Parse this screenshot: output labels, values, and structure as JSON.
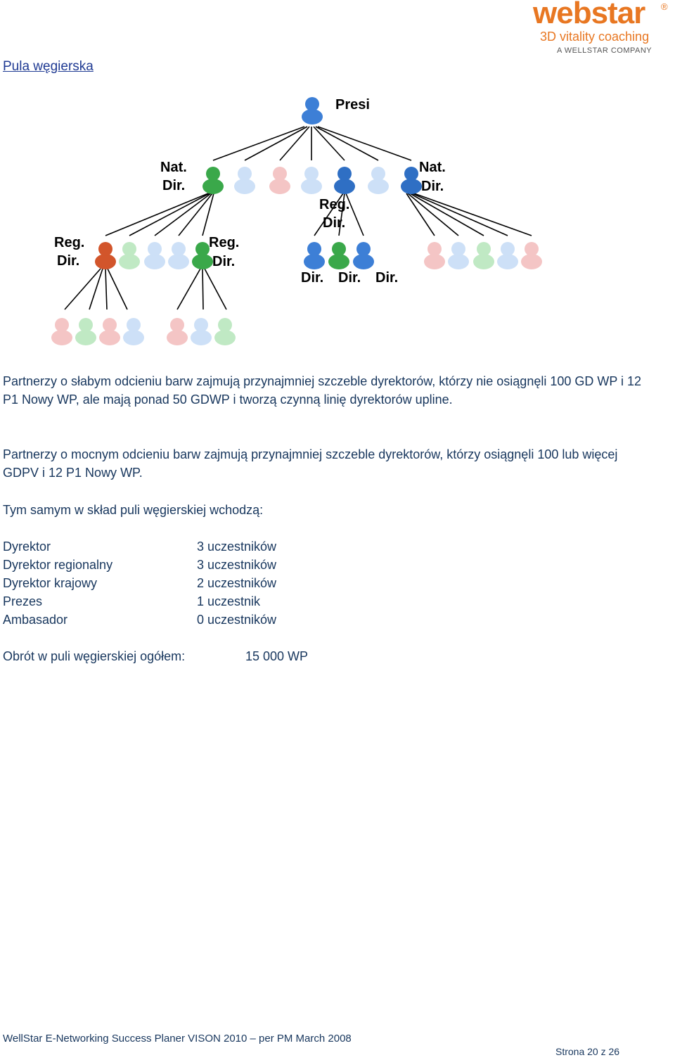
{
  "logo": {
    "name": "webstar",
    "registered": "®",
    "tagline": "3D vitality coaching",
    "company": "A WELLSTAR COMPANY"
  },
  "heading": "Pula węgierska",
  "tree": {
    "presi": "Presi",
    "nat_dir_line1": "Nat.",
    "nat_dir_line2": "Dir.",
    "reg_dir_line1": "Reg.",
    "reg_dir_line2": "Dir.",
    "dir": "Dir."
  },
  "paragraphs": [
    "Partnerzy o słabym odcieniu barw zajmują przynajmniej szczeble dyrektorów, którzy nie osiągnęli 100 GD WP i 12 P1 Nowy WP, ale mają ponad 50 GDWP i tworzą czynną linię dyrektorów upline.",
    "Partnerzy o mocnym odcieniu barw zajmują przynajmniej szczeble dyrektorów, którzy osiągnęli 100 lub więcej GDPV i 12 P1 Nowy WP.",
    "Tym samym w skład puli węgierskiej wchodzą:"
  ],
  "stats": [
    {
      "label": "Dyrektor",
      "value": "3 uczestników"
    },
    {
      "label": "Dyrektor regionalny",
      "value": "3 uczestników"
    },
    {
      "label": "Dyrektor krajowy",
      "value": "2 uczestników"
    },
    {
      "label": "Prezes",
      "value": "1 uczestnik"
    },
    {
      "label": "Ambasador",
      "value": "0 uczestników"
    }
  ],
  "total": {
    "label": "Obrót w puli węgierskiej ogółem:",
    "value": "15 000 WP"
  },
  "footer": "WellStar E-Networking Success Planer VISON 2010 – per PM March 2008",
  "page": "Strona 20 z 26",
  "colors": {
    "accent": "#e87722",
    "text": "#17365d",
    "line": "#000000"
  },
  "icons": [
    "person-icon"
  ]
}
